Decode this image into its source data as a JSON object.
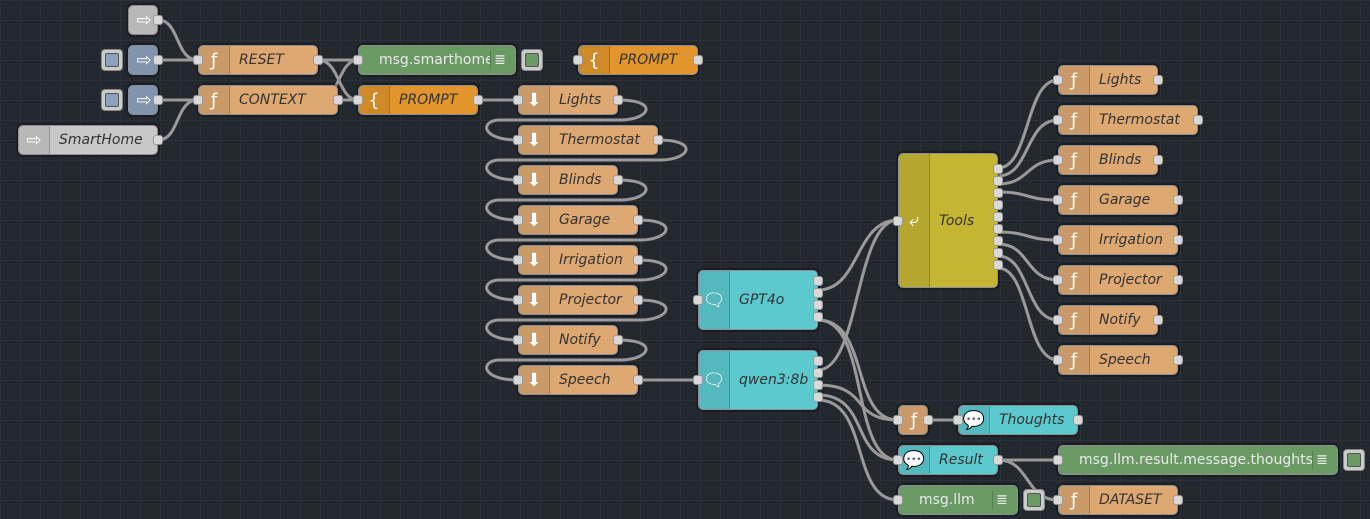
{
  "colors": {
    "function": "#dda872",
    "template": "#e2952c",
    "inject": "#8ba1bd",
    "debug": "#6a9a63",
    "llm": "#5cc9cf",
    "tools": "#c4b533",
    "canvas": "#23272e"
  },
  "inject_nodes": {
    "top": "",
    "reset_inject": "",
    "context_inject": "",
    "smarthome": "SmartHome"
  },
  "function_nodes": {
    "reset": "RESET",
    "context": "CONTEXT",
    "dataset": "DATASET",
    "thoughts_fn": ""
  },
  "template_nodes": {
    "prompt_top": "PROMPT",
    "prompt_main": "PROMPT"
  },
  "debug_nodes": {
    "smarthome_debug": "msg.smarthome",
    "llm_debug": "msg.llm",
    "thoughts_debug": "msg.llm.result.message.thoughts"
  },
  "tool_defs": [
    "Lights",
    "Thermostat",
    "Blinds",
    "Garage",
    "Irrigation",
    "Projector",
    "Notify",
    "Speech"
  ],
  "tool_funcs": [
    "Lights",
    "Thermostat",
    "Blinds",
    "Garage",
    "Irrigation",
    "Projector",
    "Notify",
    "Speech"
  ],
  "llm_nodes": {
    "gpt": "GPT4o",
    "qwen": "qwen3:8b"
  },
  "tools_node": "Tools",
  "comment_nodes": {
    "thoughts": "Thoughts",
    "result": "Result"
  },
  "icons": {
    "function": "function-icon",
    "template": "brace-icon",
    "inject": "inject-arrow-icon",
    "debug": "list-icon",
    "llm": "chat-icon",
    "tool_def": "down-arrow-icon",
    "switch": "split-icon"
  }
}
